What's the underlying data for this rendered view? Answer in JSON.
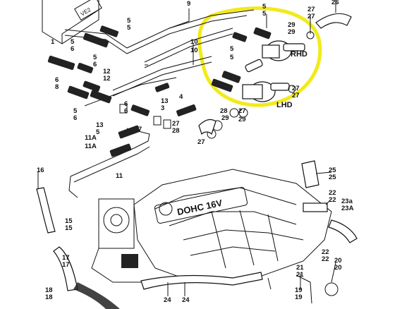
{
  "diagram": {
    "highlight_color": "#f2ea1a",
    "labels": {
      "n1": "1",
      "n9": "9",
      "n5a": "5",
      "n5b": "5",
      "n5c": "5",
      "n5d": "5",
      "n5e": "5",
      "n5f": "5",
      "n5g": "5",
      "n5h": "5",
      "n5i": "5",
      "n5j": "5",
      "n6a": "6",
      "n6b": "6",
      "n6c": "6",
      "n6d": "6",
      "n6e": "6",
      "n6f": "6",
      "n8": "8",
      "n10a": "10",
      "n10b": "10",
      "n12a": "12",
      "n12b": "12",
      "n13a": "13",
      "n13b": "13",
      "n3": "3",
      "n4": "4",
      "n7": "7",
      "n11": "11",
      "n11a": "11A",
      "n11ab": "11A",
      "n27a": "27",
      "n27b": "27",
      "n27c": "27",
      "n27d": "27",
      "n27e": "27",
      "n27f": "27",
      "n27g": "27",
      "n28a": "28",
      "n28b": "28",
      "n29a": "29",
      "n29b": "29",
      "n29c": "29",
      "n29d": "29",
      "n26": "26",
      "rhd": "RHD",
      "lhd": "LHD",
      "n16": "16",
      "n25a": "25",
      "n25b": "25",
      "n22a": "22",
      "n22b": "22",
      "n23a": "23a",
      "n23A": "23A",
      "n15a": "15",
      "n15b": "15",
      "n17a": "17",
      "n17b": "17",
      "n18a": "18",
      "n18b": "18",
      "n24a": "24",
      "n24b": "24",
      "n21a": "21",
      "n21b": "21",
      "n20a": "20",
      "n20b": "20",
      "n19a": "19",
      "n19b": "19",
      "n22c": "22",
      "n22d": "22",
      "engine_badge": "DOHC 16V",
      "box_code": "VE2"
    }
  }
}
